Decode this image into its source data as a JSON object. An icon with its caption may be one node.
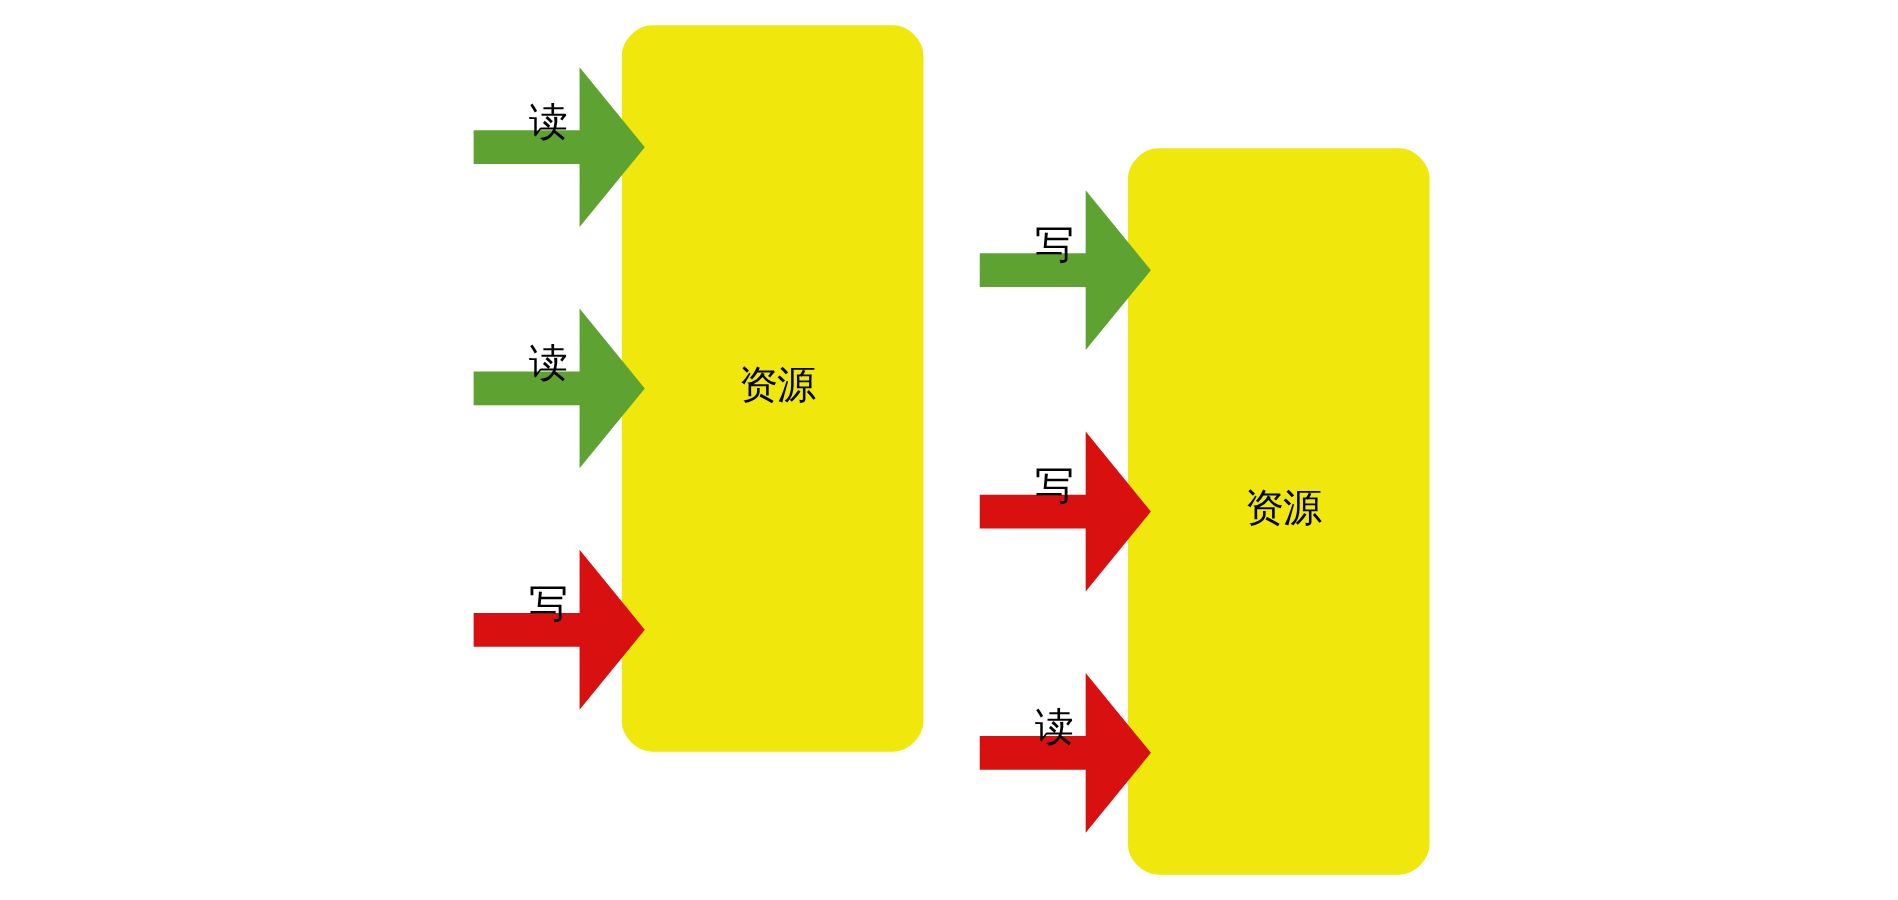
{
  "diagram": {
    "nodes": [
      {
        "text": [
          "资源"
        ]
      },
      {
        "text": [
          "资源"
        ]
      }
    ],
    "edges": [
      {
        "from": null,
        "to": 0,
        "arrow": "to",
        "label": "读",
        "color": "#5ea331"
      },
      {
        "from": null,
        "to": 0,
        "arrow": "to",
        "label": "读",
        "color": "#5ea331"
      },
      {
        "from": null,
        "to": 0,
        "arrow": "to",
        "label": "写",
        "color": "#d8100f"
      },
      {
        "from": null,
        "to": 1,
        "arrow": "to",
        "label": "写",
        "color": "#5ea331"
      },
      {
        "from": null,
        "to": 1,
        "arrow": "to",
        "label": "写",
        "color": "#d8100f"
      },
      {
        "from": null,
        "to": 1,
        "arrow": "to",
        "label": "读",
        "color": "#d8100f"
      }
    ]
  }
}
